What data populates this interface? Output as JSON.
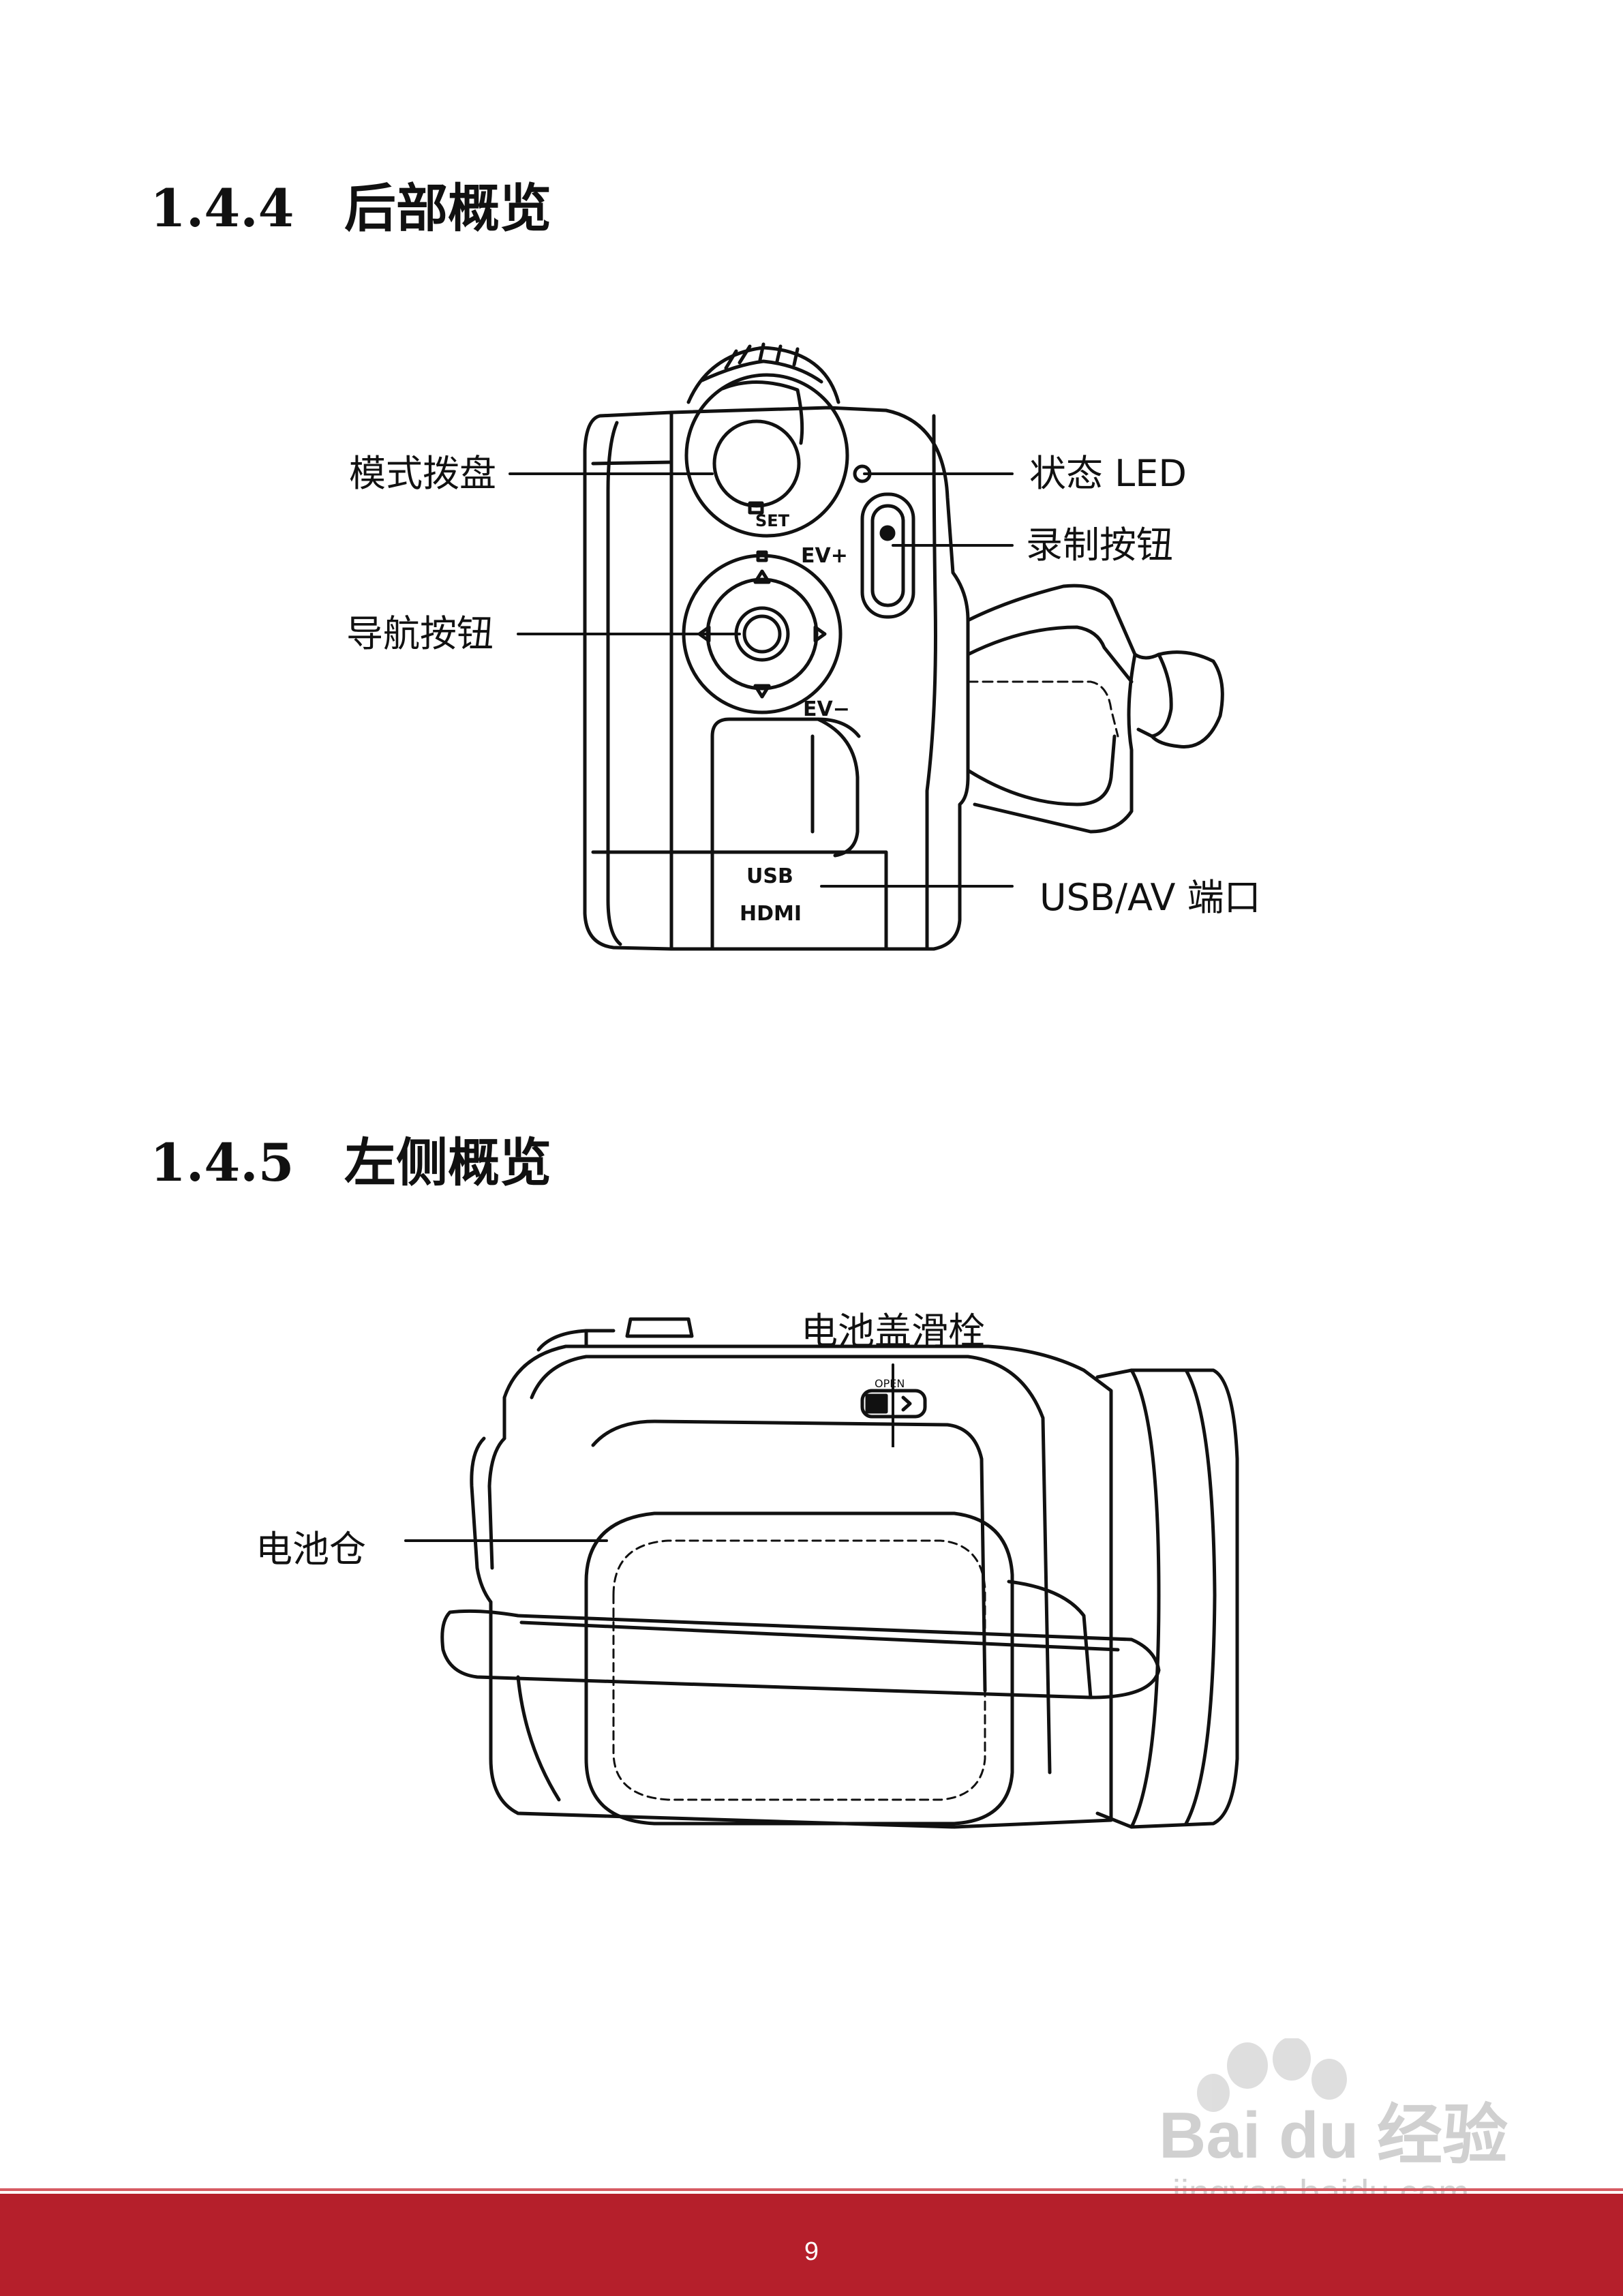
{
  "sections": [
    {
      "number": "1.4.4",
      "title": "后部概览"
    },
    {
      "number": "1.4.5",
      "title": "左侧概览"
    }
  ],
  "rear_view": {
    "callouts": {
      "mode_dial": "模式拨盘",
      "nav_button": "导航按钮",
      "status_led": "状态 LED",
      "record_button": "录制按钮",
      "usb_av_port": "USB/AV 端口"
    },
    "printed_marks": {
      "ev_plus": "EV+",
      "ev_minus": "EV−",
      "usb": "USB",
      "hdmi": "HDMI",
      "set": "SET"
    }
  },
  "left_view": {
    "callouts": {
      "battery_latch": "电池盖滑栓",
      "battery_compartment": "电池仓"
    },
    "printed_marks": {
      "open": "OPEN"
    }
  },
  "footer": {
    "page_number": "9",
    "band_color": "#b51f2b"
  },
  "watermark": {
    "logo_text": "Bai du 经验",
    "url": "jingyan.baidu.com"
  }
}
